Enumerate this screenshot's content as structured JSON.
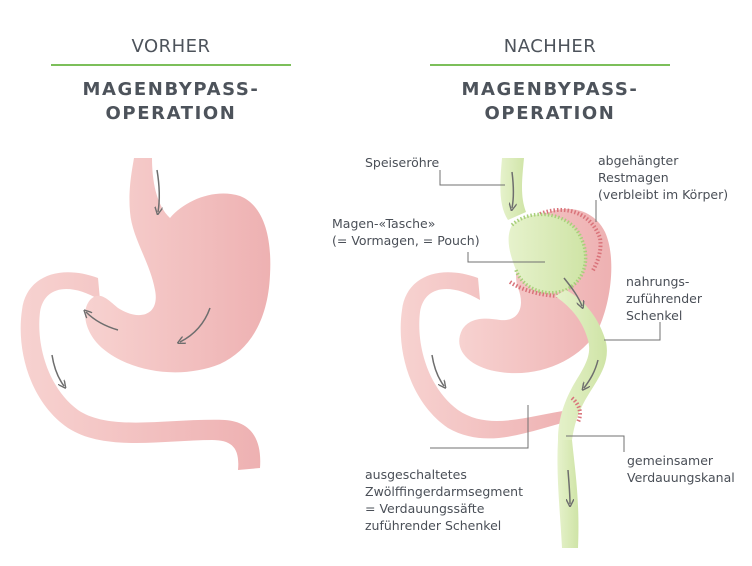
{
  "before": {
    "heading": "VORHER",
    "title_lines": [
      "MAGENBYPASS-",
      "OPERATION"
    ]
  },
  "after": {
    "heading": "NACHHER",
    "title_lines": [
      "MAGENBYPASS-",
      "OPERATION"
    ]
  },
  "labels": {
    "esophagus": [
      "Speiseröhre"
    ],
    "pouch": [
      "Magen-«Tasche»",
      "(= Vormagen, = Pouch)"
    ],
    "remnant": [
      "abgehängter",
      "Restmagen",
      "(verbleibt im Körper)"
    ],
    "alimentary_limb": [
      "nahrungs-",
      "zuführender",
      "Schenkel"
    ],
    "common_channel": [
      "gemeinsamer",
      "Verdauungskanal"
    ],
    "biliopancreatic_limb": [
      "ausgeschaltetes",
      "Zwölffingerdarmsegment",
      "= Verdauungssäfte",
      "zuführender Schenkel"
    ]
  },
  "colors": {
    "rule": "#7cbf5a",
    "stomach": "#f2bcbc",
    "stomach_dark": "#e9a6a8",
    "green_tract": "#d9ebb8",
    "green_edge": "#a8cf7a",
    "staple": "#d9737a",
    "arrow": "#6e6e6e",
    "leader": "#707070"
  }
}
